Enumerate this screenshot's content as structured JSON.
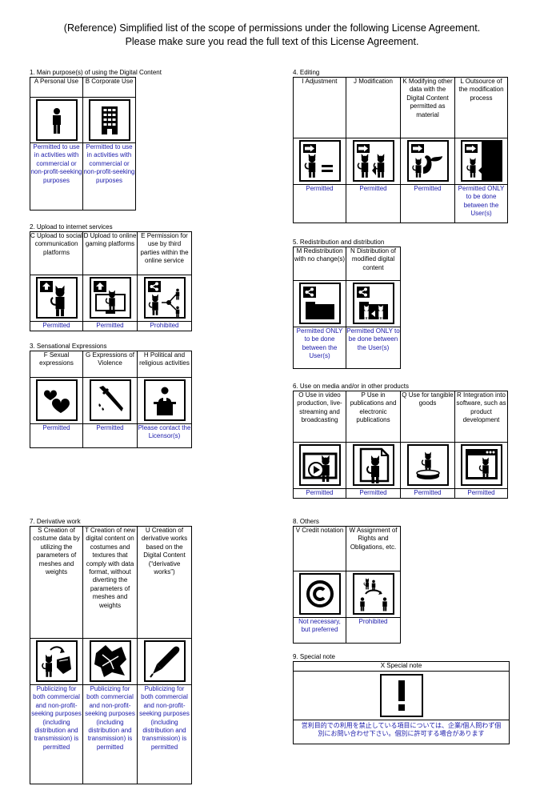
{
  "header": {
    "line1": "(Reference) Simplified list of the scope of permissions under the following License Agreement.",
    "line2": "Please make sure you read the full text of this License Agreement."
  },
  "sections": {
    "s1": {
      "title": "1. Main purpose(s) of using the Digital Content",
      "items": [
        {
          "label": "A Personal Use",
          "status": "Permitted to use in activities with commercial or non-profit-seeking purposes",
          "icon": "person-icon"
        },
        {
          "label": "B Corporate Use",
          "status": "Permitted to use in activities with commercial or non-profit-seeking purposes",
          "icon": "building-icon"
        }
      ]
    },
    "s2": {
      "title": "2. Upload to internet services",
      "items": [
        {
          "label": "C Upload to social communication platforms",
          "status": "Permitted",
          "icon": "upload-social-icon"
        },
        {
          "label": "D Upload to online gaming platforms",
          "status": "Permitted",
          "icon": "upload-gaming-icon"
        },
        {
          "label": "E Permission for use by third parties within the online service",
          "status": "Prohibited",
          "icon": "share-third-party-icon"
        }
      ]
    },
    "s3": {
      "title": "3. Sensational Expressions",
      "items": [
        {
          "label": "F Sexual expressions",
          "status": "Permitted",
          "icon": "hearts-icon"
        },
        {
          "label": "G Expressions of Violence",
          "status": "Permitted",
          "icon": "knife-icon"
        },
        {
          "label": "H Political and religious activities",
          "status": "Please contact the Licensor(s)",
          "icon": "podium-icon"
        }
      ]
    },
    "s4": {
      "title": "4. Editing",
      "items": [
        {
          "label": "I Adjustment",
          "status": "Permitted",
          "icon": "adjustment-icon"
        },
        {
          "label": "J Modification",
          "status": "Permitted",
          "icon": "modification-icon"
        },
        {
          "label": "K Modifying other data with the Digital Content permitted as material",
          "status": "Permitted",
          "icon": "modify-other-icon"
        },
        {
          "label": "L Outsource of the modification process",
          "status": "Permitted ONLY to be done between the User(s)",
          "icon": "outsource-icon"
        }
      ]
    },
    "s5": {
      "title": "5. Redistribution and distribution",
      "items": [
        {
          "label": "M Redistribution with no change(s)",
          "status": "Permitted ONLY to be done between the User(s)",
          "icon": "redistribute-icon"
        },
        {
          "label": "N Distribution of modified digital content",
          "status": "Permitted ONLY to be done between the User(s)",
          "icon": "distribute-modified-icon"
        }
      ]
    },
    "s6": {
      "title": "6. Use on media and/or in other products",
      "items": [
        {
          "label": "O Use in video production, live-streaming and broadcasting",
          "status": "Permitted",
          "icon": "video-icon"
        },
        {
          "label": "P Use in publications and electronic publications",
          "status": "Permitted",
          "icon": "publication-icon"
        },
        {
          "label": "Q Use for tangible goods",
          "status": "Permitted",
          "icon": "figure-icon"
        },
        {
          "label": "R Integration into software, such as product development",
          "status": "Permitted",
          "icon": "software-icon"
        }
      ]
    },
    "s7": {
      "title": "7. Derivative work",
      "items": [
        {
          "label": "S Creation of costume data by utilizing the parameters of meshes and weights",
          "status": "Publicizing for both commercial and non-profit-seeking purposes (including distribution and transmission) is permitted",
          "icon": "costume-icon"
        },
        {
          "label": "T Creation of new digital content on costumes and textures that comply with data format, without diverting the parameters of meshes and weights",
          "status": "Publicizing for both commercial and non-profit-seeking purposes (including distribution and transmission) is permitted",
          "icon": "texture-icon"
        },
        {
          "label": "U Creation of derivative works based on the Digital Content (“derivative works”)",
          "status": "Publicizing for both commercial and non-profit-seeking purposes (including distribution and transmission) is permitted",
          "icon": "pen-icon"
        }
      ]
    },
    "s8": {
      "title": "8. Others",
      "items": [
        {
          "label": "V Credit notation",
          "status": "Not necessary, but preferred",
          "icon": "copyright-icon"
        },
        {
          "label": "W Assignment of Rights and Obligations, etc.",
          "status": "Prohibited",
          "icon": "assignment-icon"
        }
      ]
    },
    "s9": {
      "title": "9. Special note",
      "label": "X Special note",
      "icon": "exclamation-icon",
      "text": "営利目的での利用を禁止している項目については、企業/個人問わず個別にお問い合わせ下さい。個別に許可する場合があります"
    }
  },
  "colors": {
    "status": "#1a1aaa",
    "border": "#000000"
  }
}
